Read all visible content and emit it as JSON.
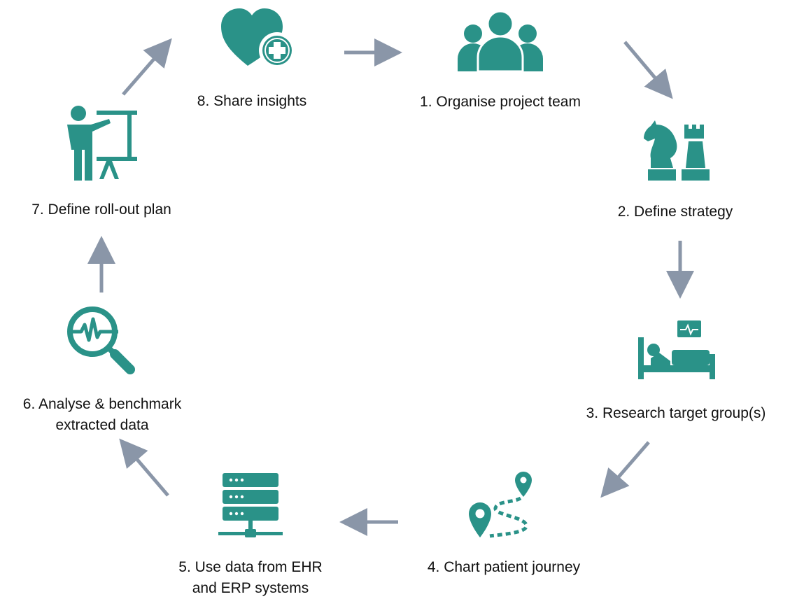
{
  "colors": {
    "icon": "#2a9288",
    "arrow": "#8a96a8",
    "text": "#111111",
    "background": "#ffffff"
  },
  "steps": [
    {
      "label": "1. Organise project team",
      "icon": "team-icon"
    },
    {
      "label": "2. Define strategy",
      "icon": "chess-pieces-icon"
    },
    {
      "label": "3. Research target group(s)",
      "icon": "hospital-bed-icon"
    },
    {
      "label": "4. Chart patient journey",
      "icon": "map-route-icon"
    },
    {
      "label_line1": "5. Use data from EHR",
      "label_line2": "and ERP systems",
      "icon": "server-icon"
    },
    {
      "label_line1": "6. Analyse & benchmark",
      "label_line2": "extracted data",
      "icon": "magnifier-pulse-icon"
    },
    {
      "label": "7. Define roll-out plan",
      "icon": "presentation-icon"
    },
    {
      "label": "8. Share insights",
      "icon": "heart-plus-icon"
    }
  ]
}
